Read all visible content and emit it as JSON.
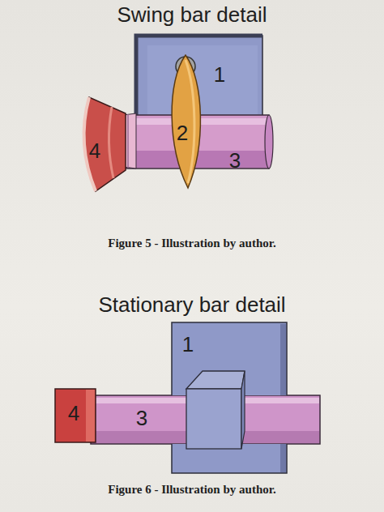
{
  "diagram": {
    "nodes": [
      {
        "text": [
          "1"
        ]
      },
      {
        "text": [
          "2"
        ]
      },
      {
        "text": [
          "3"
        ]
      },
      {
        "text": [
          "4"
        ]
      },
      {
        "text": [
          "1"
        ]
      },
      {
        "text": [
          "3"
        ]
      },
      {
        "text": [
          "4"
        ]
      }
    ],
    "labels": [
      "Swing bar detail",
      "Figure 5 - Illustration by author.",
      "Stationary bar detail",
      "Figure 6 - Illustration by author."
    ]
  }
}
